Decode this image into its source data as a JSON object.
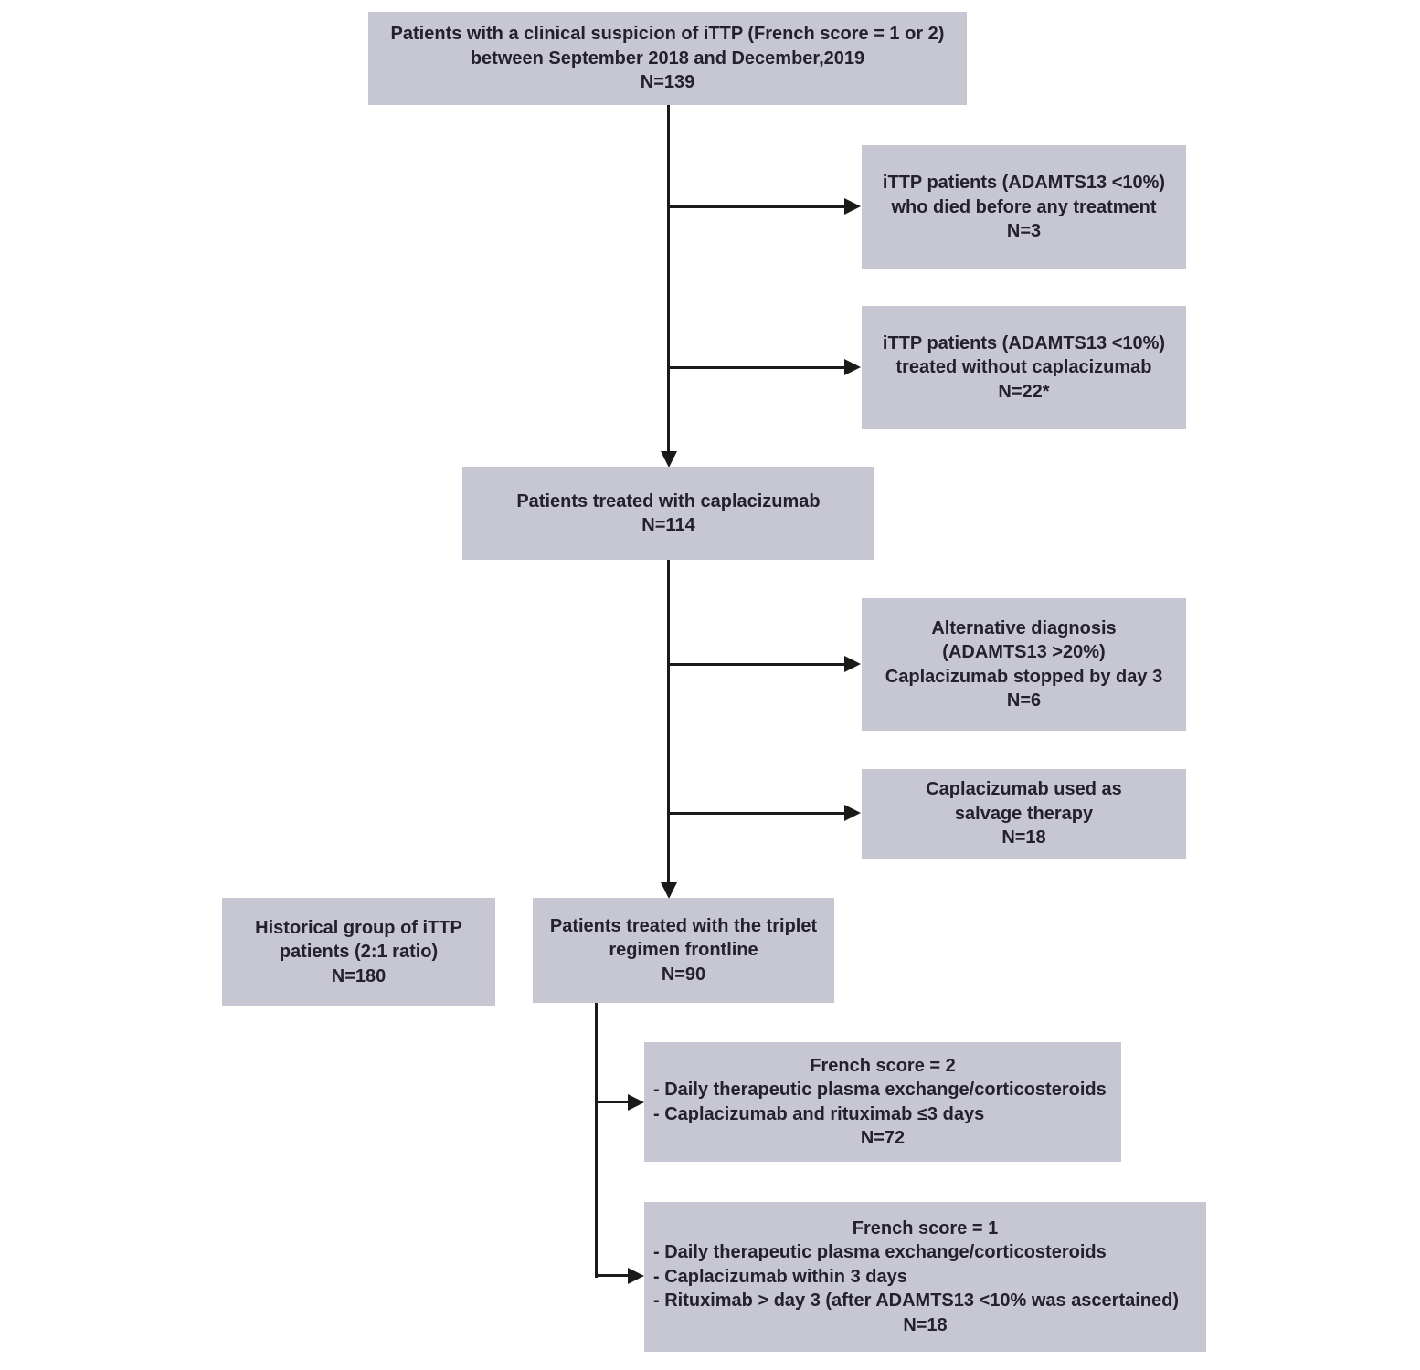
{
  "figure": {
    "type": "patient-flow-diagram"
  },
  "colors": {
    "box_fill": "#c6c7d3",
    "text_color": "#232129",
    "line_color": "#1a1a1a",
    "bg": "#ffffff"
  },
  "nodes": {
    "suspicion": {
      "lines": [
        "Patients with a clinical suspicion of iTTP (French score = 1 or 2)",
        "between September 2018 and December,2019",
        "N=139"
      ]
    },
    "died": {
      "lines": [
        "iTTP patients (ADAMTS13 <10%)",
        "who died before any treatment",
        "N=3"
      ]
    },
    "no_caplacizumab": {
      "lines": [
        "iTTP patients (ADAMTS13 <10%)",
        "treated without caplacizumab",
        "N=22*"
      ]
    },
    "caplacizumab": {
      "lines": [
        "Patients treated with caplacizumab",
        "N=114"
      ]
    },
    "alternative_diagnosis": {
      "lines": [
        "Alternative diagnosis",
        "(ADAMTS13 >20%)",
        "Caplacizumab stopped by day 3",
        "N=6"
      ]
    },
    "salvage": {
      "lines": [
        "Caplacizumab used as",
        "salvage therapy",
        "N=18"
      ]
    },
    "historical": {
      "lines": [
        "Historical group of iTTP",
        "patients (2:1 ratio)",
        "N=180"
      ]
    },
    "triplet": {
      "lines": [
        "Patients treated with the triplet",
        "regimen frontline",
        "N=90"
      ]
    },
    "french2": {
      "title": "French score = 2",
      "bullets": [
        "- Daily therapeutic plasma exchange/corticosteroids",
        "- Caplacizumab and rituximab ≤3 days"
      ],
      "n": "N=72"
    },
    "french1": {
      "title": "French score = 1",
      "bullets": [
        "- Daily therapeutic plasma exchange/corticosteroids",
        "- Caplacizumab within 3 days",
        "- Rituximab > day 3 (after ADAMTS13 <10% was ascertained)"
      ],
      "n": "N=18"
    }
  }
}
